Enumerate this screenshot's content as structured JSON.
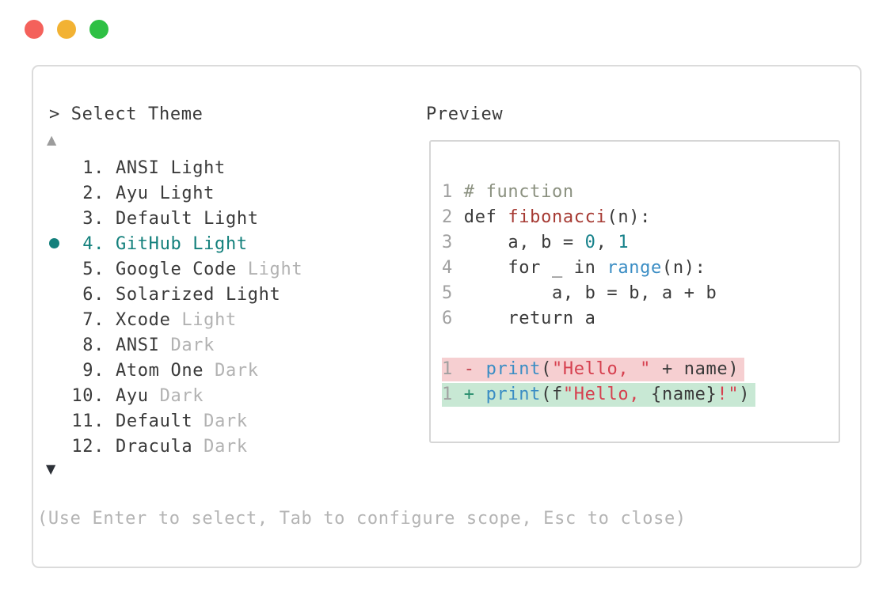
{
  "window": {
    "traffic_lights": [
      {
        "name": "close",
        "color": "#f4615b"
      },
      {
        "name": "minimize",
        "color": "#f2b233"
      },
      {
        "name": "zoom",
        "color": "#2ec044"
      }
    ]
  },
  "theme_list": {
    "title": "> Select Theme",
    "up_arrow": "▲",
    "down_arrow": "▼",
    "items": [
      {
        "number": "1.",
        "name": "ANSI Light",
        "suffix": "",
        "selected": false
      },
      {
        "number": "2.",
        "name": "Ayu Light",
        "suffix": "",
        "selected": false
      },
      {
        "number": "3.",
        "name": "Default Light",
        "suffix": "",
        "selected": false
      },
      {
        "number": "4.",
        "name": "GitHub Light",
        "suffix": "",
        "selected": true
      },
      {
        "number": "5.",
        "name": "Google Code",
        "suffix": "Light",
        "selected": false
      },
      {
        "number": "6.",
        "name": "Solarized Light",
        "suffix": "",
        "selected": false
      },
      {
        "number": "7.",
        "name": "Xcode",
        "suffix": "Light",
        "selected": false
      },
      {
        "number": "8.",
        "name": "ANSI",
        "suffix": "Dark",
        "selected": false
      },
      {
        "number": "9.",
        "name": "Atom One",
        "suffix": "Dark",
        "selected": false
      },
      {
        "number": "10.",
        "name": "Ayu",
        "suffix": "Dark",
        "selected": false
      },
      {
        "number": "11.",
        "name": "Default",
        "suffix": "Dark",
        "selected": false
      },
      {
        "number": "12.",
        "name": "Dracula",
        "suffix": "Dark",
        "selected": false
      }
    ]
  },
  "preview": {
    "label": "Preview",
    "lines": [
      {
        "bg": "",
        "tokens": [
          {
            "text": "1 ",
            "cls": "ln"
          },
          {
            "text": "# function",
            "cls": "comment"
          }
        ]
      },
      {
        "bg": "",
        "tokens": [
          {
            "text": "2 ",
            "cls": "ln"
          },
          {
            "text": "def ",
            "cls": "code"
          },
          {
            "text": "fibonacci",
            "cls": "func"
          },
          {
            "text": "(n):",
            "cls": "code"
          }
        ]
      },
      {
        "bg": "",
        "tokens": [
          {
            "text": "3 ",
            "cls": "ln"
          },
          {
            "text": "    a, b = ",
            "cls": "code"
          },
          {
            "text": "0",
            "cls": "num"
          },
          {
            "text": ", ",
            "cls": "code"
          },
          {
            "text": "1",
            "cls": "num"
          }
        ]
      },
      {
        "bg": "",
        "tokens": [
          {
            "text": "4 ",
            "cls": "ln"
          },
          {
            "text": "    for _ in ",
            "cls": "code"
          },
          {
            "text": "range",
            "cls": "builtin"
          },
          {
            "text": "(n):",
            "cls": "code"
          }
        ]
      },
      {
        "bg": "",
        "tokens": [
          {
            "text": "5 ",
            "cls": "ln"
          },
          {
            "text": "        a, b = b, a + b",
            "cls": "code"
          }
        ]
      },
      {
        "bg": "",
        "tokens": [
          {
            "text": "6 ",
            "cls": "ln"
          },
          {
            "text": "    return a",
            "cls": "code"
          }
        ]
      },
      {
        "bg": "",
        "tokens": []
      },
      {
        "bg": "removed",
        "tokens": [
          {
            "text": "1 ",
            "cls": "ln"
          },
          {
            "text": "- ",
            "cls": "minus"
          },
          {
            "text": "print",
            "cls": "builtin"
          },
          {
            "text": "(",
            "cls": "code"
          },
          {
            "text": "\"Hello, \"",
            "cls": "string"
          },
          {
            "text": " + name)",
            "cls": "code"
          }
        ]
      },
      {
        "bg": "added",
        "tokens": [
          {
            "text": "1 ",
            "cls": "ln"
          },
          {
            "text": "+ ",
            "cls": "plus"
          },
          {
            "text": "print",
            "cls": "builtin"
          },
          {
            "text": "(f",
            "cls": "code"
          },
          {
            "text": "\"Hello, ",
            "cls": "string"
          },
          {
            "text": "{name}",
            "cls": "code"
          },
          {
            "text": "!\"",
            "cls": "string"
          },
          {
            "text": ")",
            "cls": "code"
          }
        ]
      }
    ]
  },
  "footer": {
    "hint": "(Use Enter to select, Tab to configure scope, Esc to close)"
  },
  "colors": {
    "selected_accent": "#13807c",
    "dim_text": "#b2b2b2",
    "removed_bg": "#f6cfd1",
    "added_bg": "#c8e8d4",
    "string_red": "#d6404f",
    "builtin_blue": "#3a8dc4",
    "number_teal": "#16818a",
    "function_red": "#a63a33",
    "comment_gray": "#8b9180"
  }
}
